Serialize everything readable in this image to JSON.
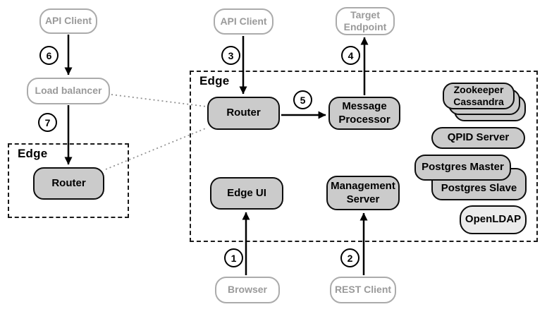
{
  "colors": {
    "node_fill": "#cbcbcb",
    "node_border": "#0d0d0d",
    "client_border": "#ababab",
    "client_text": "#9a9a9a",
    "openldap_fill": "#ebebeb",
    "dash_border": "#1a1a1a",
    "dotted_line": "#909090"
  },
  "groups": {
    "edge_left": {
      "label": "Edge"
    },
    "edge_main": {
      "label": "Edge"
    }
  },
  "nodes": {
    "api_client_left": {
      "label": "API Client"
    },
    "load_balancer": {
      "label": "Load balancer"
    },
    "router_left": {
      "label": "Router"
    },
    "api_client_mid": {
      "label": "API Client"
    },
    "target_endpoint": {
      "label": "Target Endpoint"
    },
    "router_mid": {
      "label": "Router"
    },
    "message_processor": {
      "label": "Message Processor"
    },
    "edge_ui": {
      "label": "Edge UI"
    },
    "management_server": {
      "label": "Management Server"
    },
    "browser": {
      "label": "Browser"
    },
    "rest_client": {
      "label": "REST Client"
    },
    "zookeeper": {
      "label": "Zookeeper"
    },
    "cassandra": {
      "label": "Cassandra"
    },
    "qpid_server": {
      "label": "QPID Server"
    },
    "postgres_master": {
      "label": "Postgres Master"
    },
    "postgres_slave": {
      "label": "Postgres Slave"
    },
    "openldap": {
      "label": "OpenLDAP"
    }
  },
  "steps": {
    "s1": "1",
    "s2": "2",
    "s3": "3",
    "s4": "4",
    "s5": "5",
    "s6": "6",
    "s7": "7"
  }
}
